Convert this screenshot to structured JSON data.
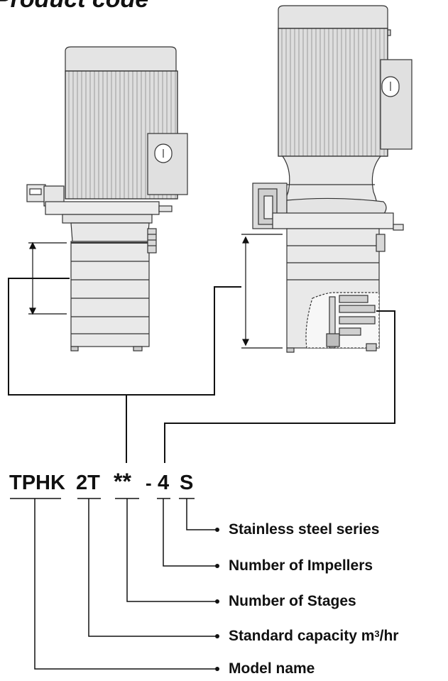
{
  "header": {
    "title": "Product code"
  },
  "code": {
    "model": "TPHK",
    "capacity": "2T",
    "stages": "**",
    "dash": "-",
    "impellers": "4",
    "series": "S"
  },
  "legend": {
    "series": "Stainless steel series",
    "impellers": "Number of Impellers",
    "stages": "Number of Stages",
    "capacity_prefix": "Standard capacity m",
    "capacity_sup": "3",
    "capacity_suffix": "/hr",
    "model": "Model name"
  }
}
